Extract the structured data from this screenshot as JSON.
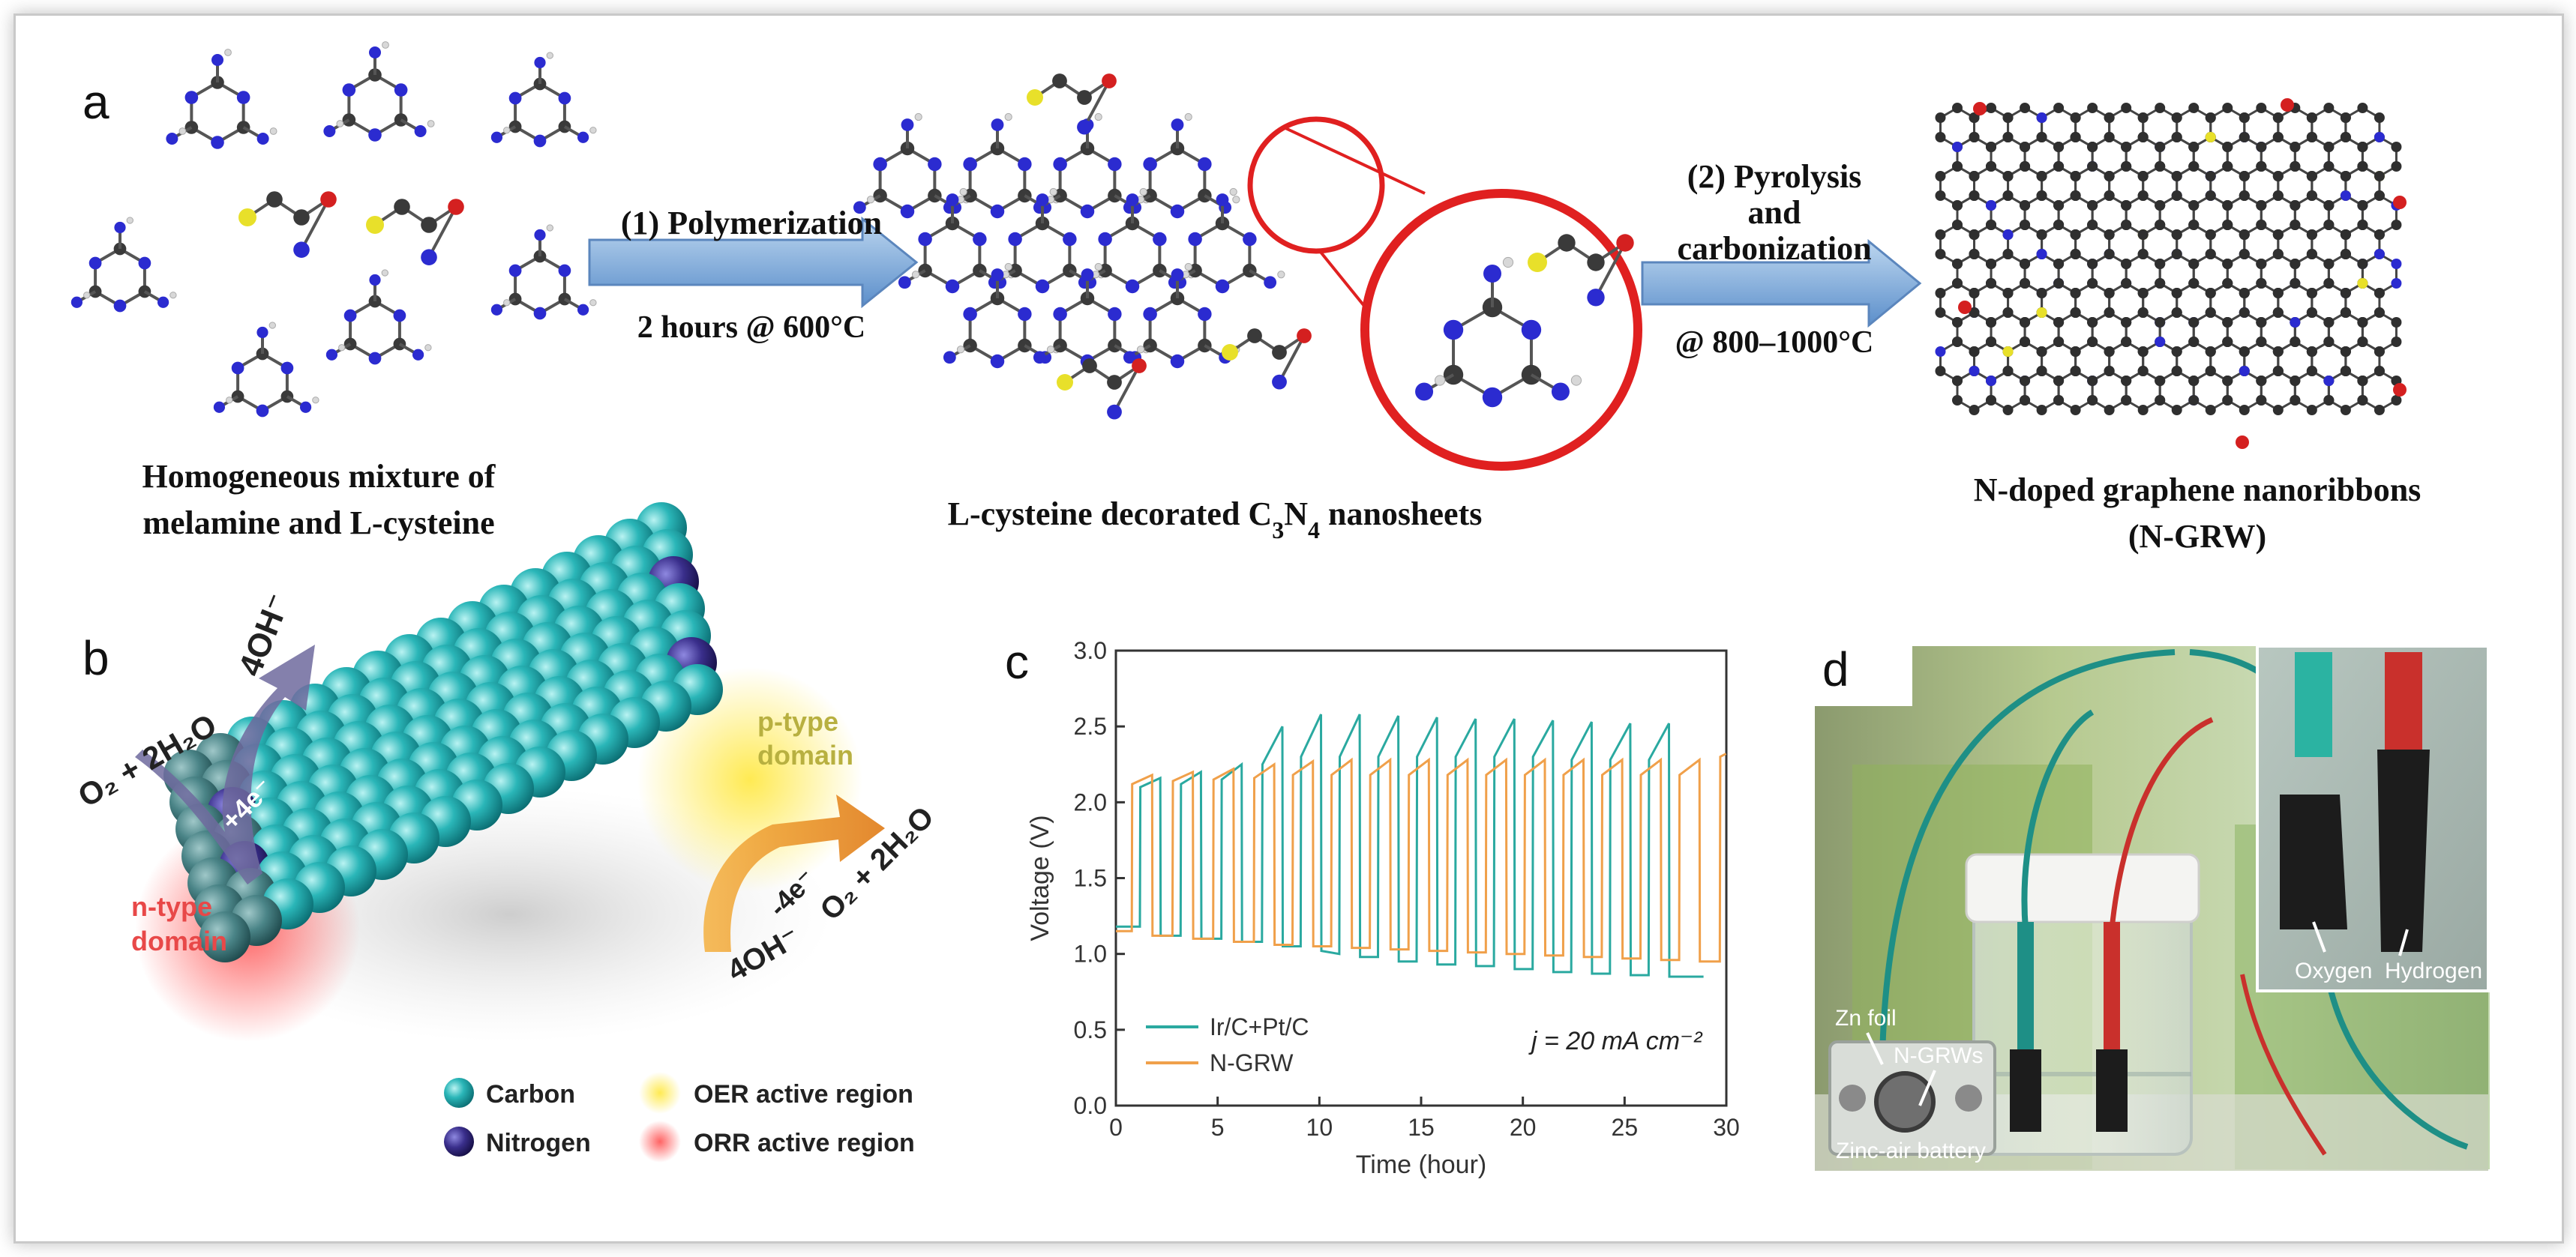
{
  "panel_a": {
    "letter": "a",
    "step1_label": "(1) Polymerization",
    "step1_cond": "2 hours @ 600°C",
    "step2_label_l1": "(2) Pyrolysis",
    "step2_label_l2": "and",
    "step2_label_l3": "carbonization",
    "step2_cond": "@ 800–1000°C",
    "mix_caption_l1": "Homogeneous mixture of",
    "mix_caption_l2": "melamine and L-cysteine",
    "c3n4_caption_pre": "L-cysteine decorated C",
    "c3n4_caption_sub1": "3",
    "c3n4_caption_mid": "N",
    "c3n4_caption_sub2": "4",
    "c3n4_caption_post": " nanosheets",
    "grw_caption_l1": "N-doped graphene nanoribbons",
    "grw_caption_l2": "(N-GRW)"
  },
  "panel_b": {
    "letter": "b",
    "oh_top": "4OH⁻",
    "o2_left": "O₂ + 2H₂O",
    "plus4e": "+4e⁻",
    "ptype_l1": "p-type",
    "ptype_l2": "domain",
    "ntype_l1": "n-type",
    "ntype_l2": "domain",
    "minus4e": "-4e⁻",
    "o2_right": "O₂ + 2H₂O",
    "oh_bottom": "4OH⁻",
    "legend_carbon": "Carbon",
    "legend_nitrogen": "Nitrogen",
    "legend_oer": "OER active region",
    "legend_orr": "ORR active region",
    "colors": {
      "carbon": "#2ab6b8",
      "nitrogen": "#3a2f8c",
      "oer": "#f5e23c",
      "orr": "#f25a5a"
    }
  },
  "panel_c": {
    "letter": "c"
  },
  "panel_d": {
    "letter": "d",
    "zn_foil": "Zn foil",
    "ngrws": "N-GRWs",
    "battery": "Zinc-air battery",
    "oxygen": "Oxygen",
    "hydrogen": "Hydrogen"
  },
  "chart_data": {
    "type": "line",
    "xlabel": "Time (hour)",
    "ylabel": "Voltage (V)",
    "xlim": [
      0,
      30
    ],
    "ylim": [
      0.0,
      3.0
    ],
    "xticks": [
      0,
      5,
      10,
      15,
      20,
      25,
      30
    ],
    "yticks": [
      0.0,
      0.5,
      1.0,
      1.5,
      2.0,
      2.5,
      3.0
    ],
    "annotation": "j = 20 mA cm⁻²",
    "legend_position": "bottom-left",
    "series": [
      {
        "name": "Ir/C+Pt/C",
        "color": "#2aa9a0",
        "cycles": [
          [
            0.0,
            1.18,
            1.18
          ],
          [
            1.2,
            2.1,
            2.16
          ],
          [
            2.2,
            1.12,
            1.12
          ],
          [
            3.2,
            2.12,
            2.2
          ],
          [
            4.2,
            1.1,
            1.1
          ],
          [
            5.2,
            2.15,
            2.25
          ],
          [
            6.2,
            1.08,
            1.08
          ],
          [
            7.2,
            2.25,
            2.5
          ],
          [
            8.2,
            1.05,
            1.05
          ],
          [
            9.1,
            2.3,
            2.58
          ],
          [
            10.1,
            1.02,
            1.0
          ],
          [
            11.0,
            2.3,
            2.58
          ],
          [
            12.0,
            0.98,
            0.98
          ],
          [
            12.9,
            2.3,
            2.57
          ],
          [
            13.9,
            0.95,
            0.95
          ],
          [
            14.8,
            2.3,
            2.56
          ],
          [
            15.8,
            0.93,
            0.93
          ],
          [
            16.7,
            2.3,
            2.55
          ],
          [
            17.7,
            0.92,
            0.92
          ],
          [
            18.6,
            2.3,
            2.55
          ],
          [
            19.6,
            0.9,
            0.9
          ],
          [
            20.5,
            2.3,
            2.54
          ],
          [
            21.5,
            0.88,
            0.88
          ],
          [
            22.4,
            2.28,
            2.53
          ],
          [
            23.4,
            0.87,
            0.87
          ],
          [
            24.3,
            2.28,
            2.52
          ],
          [
            25.3,
            0.86,
            0.86
          ],
          [
            26.2,
            2.28,
            2.52
          ],
          [
            27.2,
            0.85,
            0.85
          ],
          [
            28.0,
            0.85,
            0.85
          ]
        ]
      },
      {
        "name": "N-GRW",
        "color": "#f0a04a",
        "cycles": [
          [
            0.0,
            1.15,
            1.15
          ],
          [
            0.8,
            2.12,
            2.18
          ],
          [
            1.8,
            1.12,
            1.12
          ],
          [
            2.8,
            2.14,
            2.2
          ],
          [
            3.8,
            1.1,
            1.1
          ],
          [
            4.8,
            2.15,
            2.22
          ],
          [
            5.8,
            1.08,
            1.08
          ],
          [
            6.8,
            2.16,
            2.25
          ],
          [
            7.8,
            1.06,
            1.06
          ],
          [
            8.7,
            2.18,
            2.27
          ],
          [
            9.7,
            1.05,
            1.05
          ],
          [
            10.6,
            2.18,
            2.28
          ],
          [
            11.6,
            1.04,
            1.04
          ],
          [
            12.5,
            2.18,
            2.28
          ],
          [
            13.5,
            1.03,
            1.03
          ],
          [
            14.4,
            2.18,
            2.28
          ],
          [
            15.4,
            1.02,
            1.02
          ],
          [
            16.3,
            2.18,
            2.28
          ],
          [
            17.3,
            1.01,
            1.01
          ],
          [
            18.2,
            2.18,
            2.28
          ],
          [
            19.2,
            1.0,
            1.0
          ],
          [
            20.1,
            2.18,
            2.28
          ],
          [
            21.1,
            0.99,
            0.99
          ],
          [
            22.0,
            2.18,
            2.28
          ],
          [
            23.0,
            0.98,
            0.98
          ],
          [
            23.9,
            2.18,
            2.28
          ],
          [
            24.9,
            0.97,
            0.97
          ],
          [
            25.8,
            2.18,
            2.28
          ],
          [
            26.8,
            0.96,
            0.96
          ],
          [
            27.7,
            2.18,
            2.28
          ],
          [
            28.7,
            0.95,
            0.95
          ],
          [
            29.7,
            2.3,
            2.32
          ]
        ]
      }
    ]
  }
}
